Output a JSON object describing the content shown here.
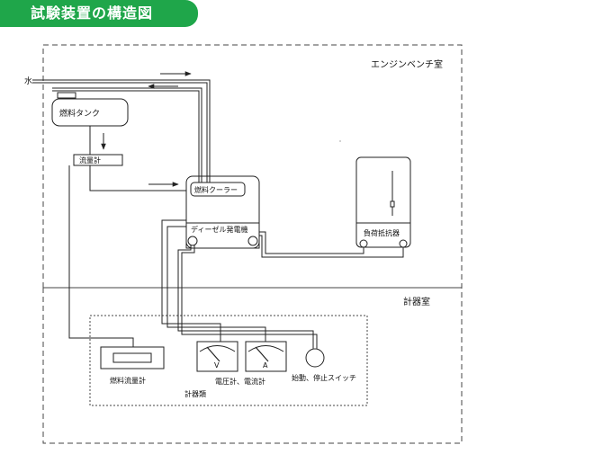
{
  "title": "試験装置の構造図",
  "rooms": {
    "engine_bench": "エンジンベンチ室",
    "instrument": "計器室"
  },
  "labels": {
    "water": "水",
    "fuel_tank": "燃料タンク",
    "flow_meter": "流量計",
    "fuel_cooler": "燃料クーラー",
    "diesel_generator": "ディーゼル発電機",
    "load_resistor": "負荷抵抗器",
    "fuel_flow_meter": "燃料流量計",
    "voltmeter_ammeter": "電圧計、電流計",
    "start_stop_switch": "始動、停止スイッチ",
    "instruments": "計器類",
    "volt_symbol": "V",
    "amp_symbol": "A"
  },
  "colors": {
    "banner": "#1fa64a",
    "line": "#222222"
  }
}
